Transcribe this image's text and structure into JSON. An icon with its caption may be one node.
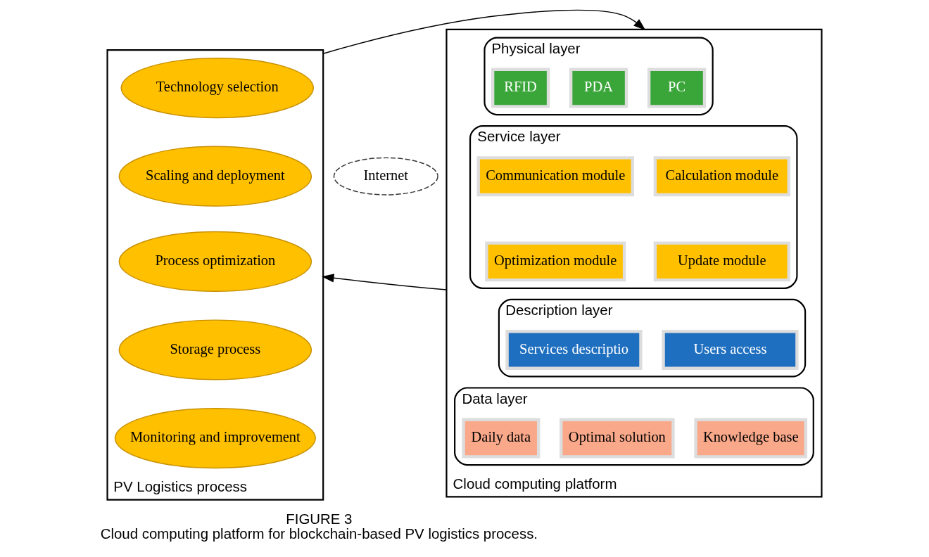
{
  "diagram": {
    "title": "FIGURE 3",
    "caption": "Cloud computing platform for blockchain-based PV logistics process.",
    "nodes": [
      {
        "text": [
          "PV Logistics process"
        ]
      },
      {
        "text": [
          "Technology selection"
        ],
        "in": 0
      },
      {
        "text": [
          "Scaling and deployment"
        ],
        "in": 0
      },
      {
        "text": [
          "Process optimization"
        ],
        "in": 0
      },
      {
        "text": [
          "Storage process"
        ],
        "in": 0
      },
      {
        "text": [
          "Monitoring and improvement"
        ],
        "in": 0
      },
      {
        "text": [
          "Internet"
        ]
      },
      {
        "text": [
          "Cloud computing platform"
        ]
      },
      {
        "text": [
          "Physical layer"
        ],
        "in": 7
      },
      {
        "text": [
          "PC"
        ],
        "in": 8
      },
      {
        "text": [
          "PDA"
        ],
        "in": 8
      },
      {
        "text": [
          "RFID"
        ],
        "in": 8
      },
      {
        "text": [
          "Service layer"
        ],
        "in": 7
      },
      {
        "text": [
          "Calculation module"
        ],
        "in": 12
      },
      {
        "text": [
          "Communication module"
        ],
        "in": 12
      },
      {
        "text": [
          "Update module"
        ],
        "in": 12
      },
      {
        "text": [
          "Optimization module"
        ],
        "in": 12
      },
      {
        "text": [
          "Description layer"
        ],
        "in": 7
      },
      {
        "text": [
          "Users access"
        ],
        "in": 17
      },
      {
        "text": [
          "Services descriptio"
        ],
        "in": 17
      },
      {
        "text": [
          "Data layer"
        ],
        "in": 7
      },
      {
        "text": [
          "Knowledge base"
        ],
        "in": 20
      },
      {
        "text": [
          "Optimal solution"
        ],
        "in": 20
      },
      {
        "text": [
          "Daily data"
        ],
        "in": 20
      }
    ],
    "edges": [
      {
        "from": 0,
        "to": 7,
        "arrow": "to"
      },
      {
        "from": 7,
        "to": 0,
        "arrow": "to"
      }
    ]
  }
}
